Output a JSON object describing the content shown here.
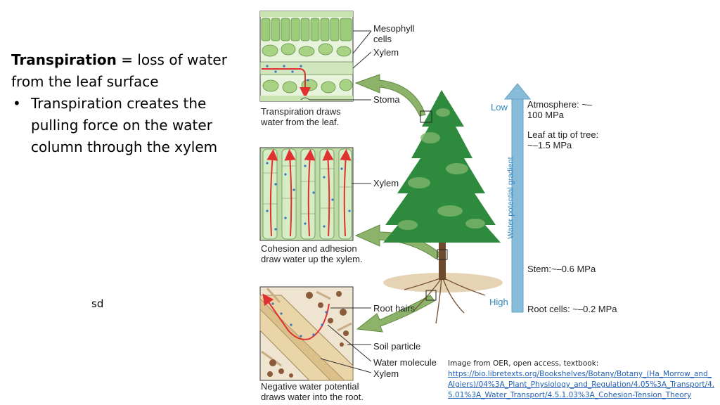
{
  "slide": {
    "term": "Transpiration",
    "definition": " = loss of water from the leaf surface",
    "bullet_symbol": "•",
    "bullet": "Transpiration creates the pulling force on the water column through the xylem",
    "note": "sd"
  },
  "diagram": {
    "leaf_labels": {
      "mesophyll": "Mesophyll cells",
      "xylem": "Xylem",
      "stoma": "Stoma",
      "caption": "Transpiration draws water from the leaf."
    },
    "stem_labels": {
      "xylem": "Xylem",
      "caption": "Cohesion and adhesion draw water up the xylem."
    },
    "root_labels": {
      "root_hairs": "Root hairs",
      "soil_particle": "Soil particle",
      "water_molecule": "Water molecule",
      "xylem": "Xylem",
      "caption": "Negative water potential draws water into the root."
    },
    "gradient": {
      "axis_label": "Water potential gradient",
      "low": "Low",
      "high": "High",
      "atmosphere": "Atmosphere: ~–100 MPa",
      "leaf_tip": "Leaf at tip of tree: ~–1.5 MPa",
      "stem": "Stem:~–0.6 MPa",
      "root_cells": "Root cells: ~–0.2 MPa"
    }
  },
  "credit": {
    "text": "Image from OER, open access, textbook:",
    "url": "https://bio.libretexts.org/Bookshelves/Botany/Botany_(Ha_Morrow_and_Algiers)/04%3A_Plant_Physiology_and_Regulation/4.05%3A_Transport/4.5.01%3A_Water_Transport/4.5.1.03%3A_Cohesion-Tension_Theory"
  },
  "colors": {
    "gradient_arrow": "#86bcd9",
    "water_arrow": "#e03030",
    "water_dot": "#3a76c4",
    "callout_arrow": "#8db36a",
    "leaf_green": "#9ccc7a",
    "tree_green": "#2e8b3e"
  }
}
